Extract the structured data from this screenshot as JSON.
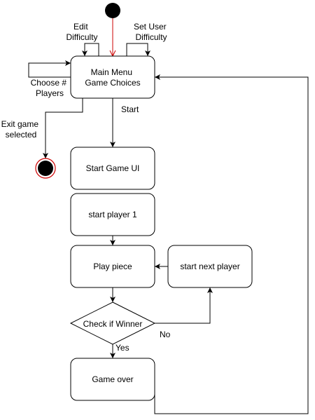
{
  "diagram": {
    "nodes": {
      "main_menu": {
        "line1": "Main Menu",
        "line2": "Game Choices"
      },
      "start_game_ui": "Start Game UI",
      "start_player_1": "start player 1",
      "play_piece": "Play piece",
      "start_next_player": "start next player",
      "check_winner": "Check if Winner",
      "game_over": "Game over"
    },
    "edge_labels": {
      "edit_difficulty": {
        "line1": "Edit",
        "line2": "Difficulty"
      },
      "set_user_difficulty": {
        "line1": "Set User",
        "line2": "Difficulty"
      },
      "choose_players": {
        "line1": "Choose #",
        "line2": "Players"
      },
      "exit_game": {
        "line1": "Exit game",
        "line2": "selected"
      },
      "start": "Start",
      "no": "No",
      "yes": "Yes"
    },
    "colors": {
      "initial_fill": "#000000",
      "initial_edge": "#cc0000",
      "final_ring": "#cc0000",
      "final_fill": "#000000"
    }
  }
}
